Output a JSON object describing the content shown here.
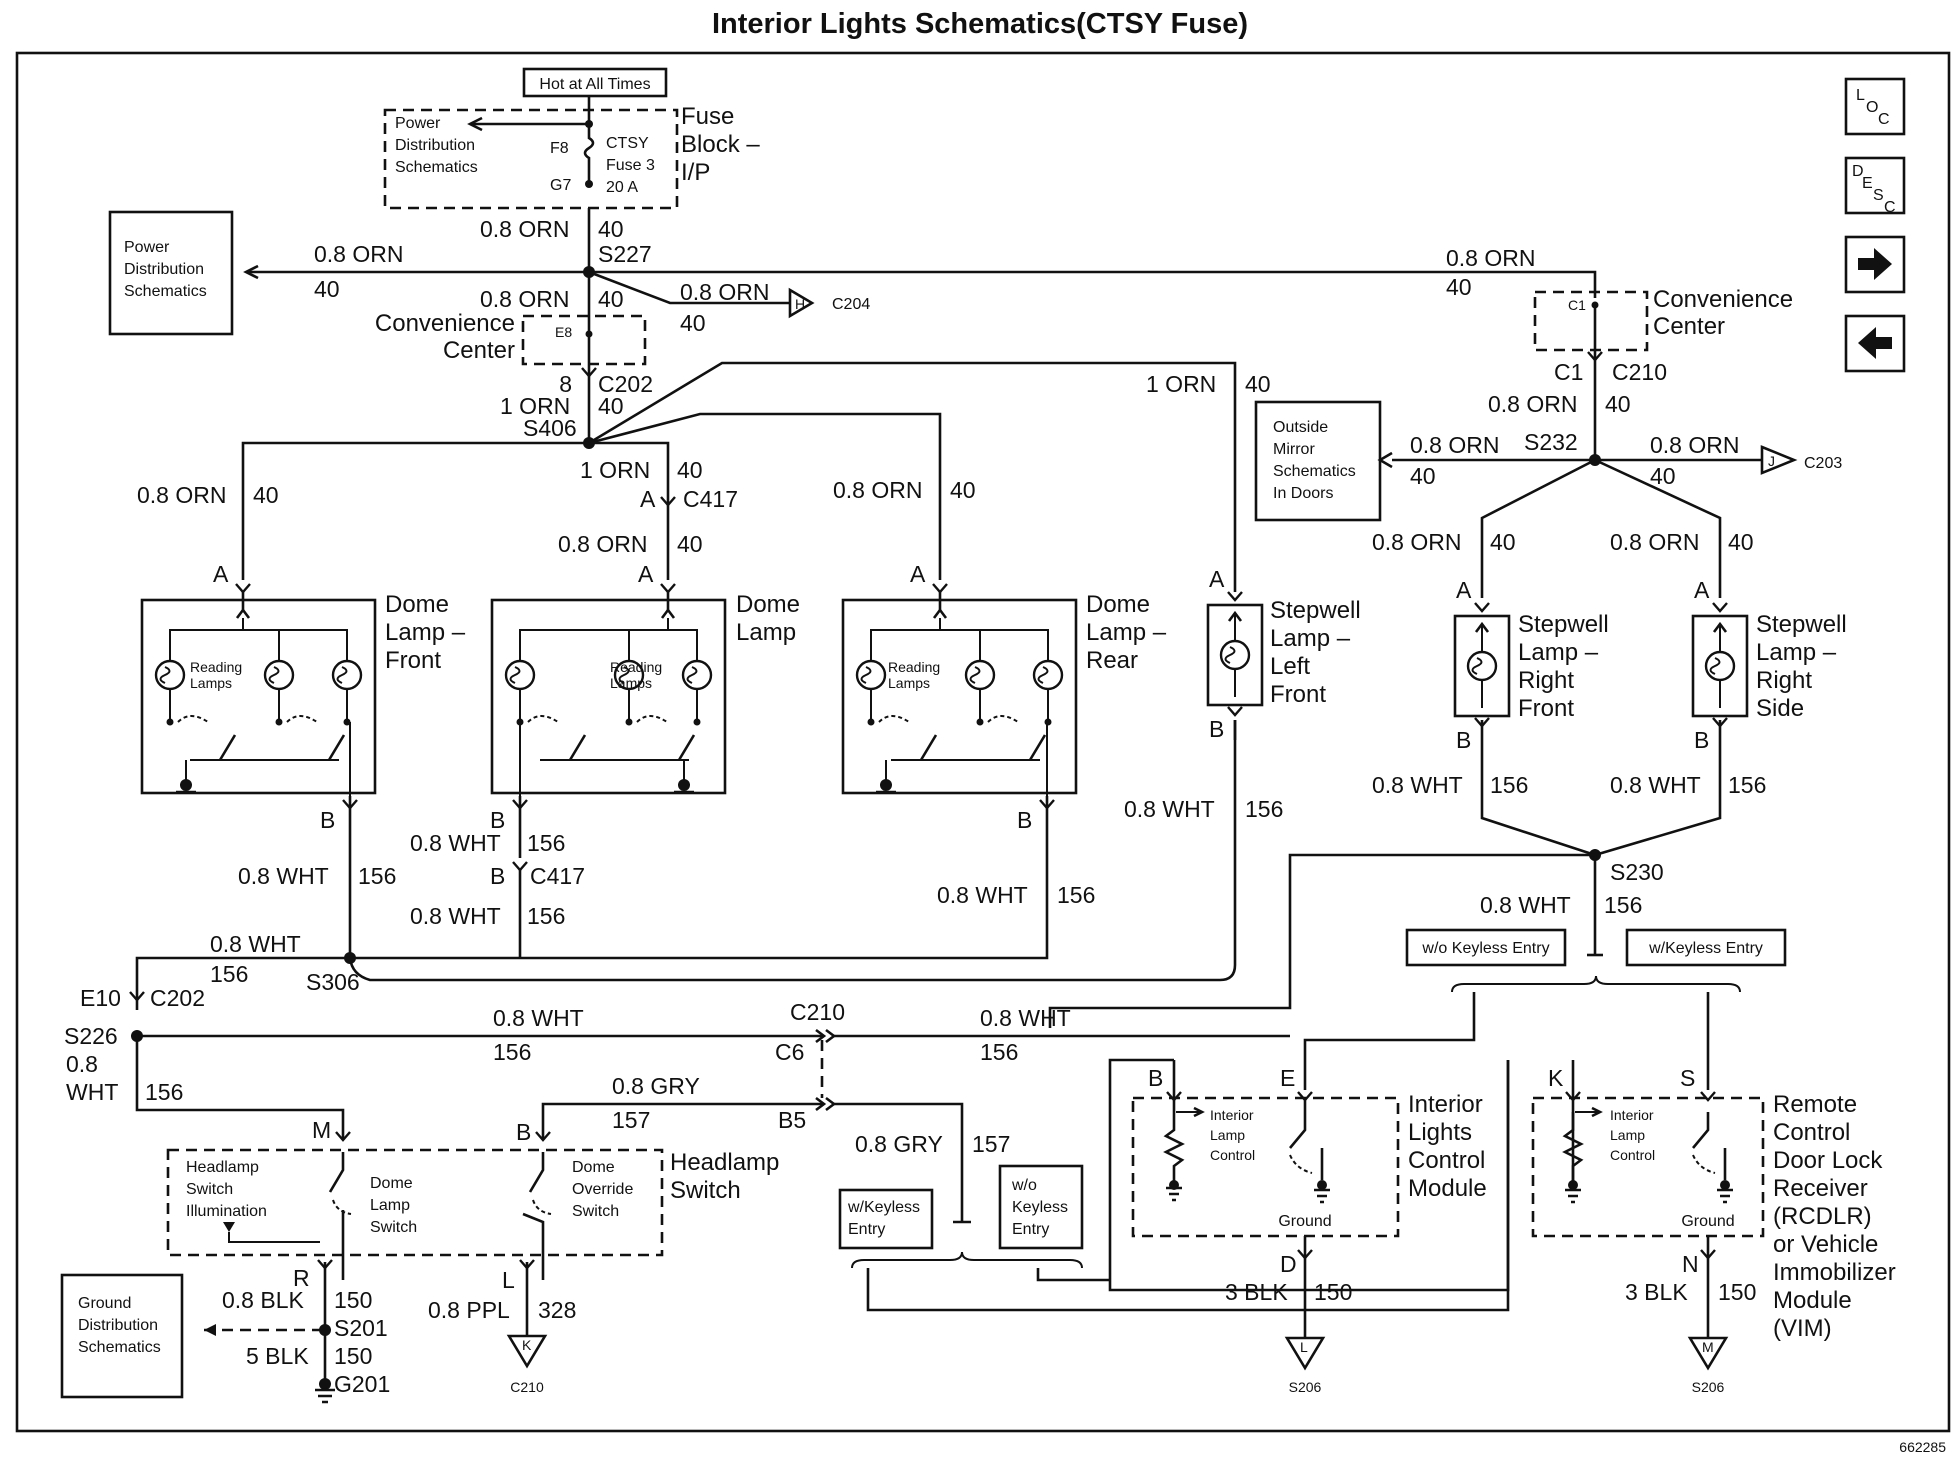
{
  "title": "Interior Lights Schematics(CTSY Fuse)",
  "figure_id": "662285",
  "nav": {
    "loc": "LOC",
    "desc": "DESC",
    "next": "right-arrow-icon",
    "prev": "left-arrow-icon"
  },
  "fuse": {
    "hot": "Hot at All Times",
    "power_dist": [
      "Power",
      "Distribution",
      "Schematics"
    ],
    "f8": "F8",
    "g7": "G7",
    "ctsy": [
      "CTSY",
      "Fuse 3",
      "20 A"
    ],
    "block": [
      "Fuse",
      "Block –",
      "I/P"
    ]
  },
  "power_box": [
    "Power",
    "Distribution",
    "Schematics"
  ],
  "mirror_box": [
    "Outside",
    "Mirror",
    "Schematics",
    "In Doors"
  ],
  "ground_box": [
    "Ground",
    "Distribution",
    "Schematics"
  ],
  "conv_center": [
    "Convenience",
    "Center"
  ],
  "wires": {
    "orn08": "0.8 ORN",
    "orn1": "1 ORN",
    "wht08": "0.8 WHT",
    "gry08": "0.8 GRY",
    "blk08": "0.8 BLK",
    "blk5": "5 BLK",
    "blk3": "3 BLK",
    "ppl08": "0.8 PPL",
    "c40": "40",
    "c156": "156",
    "c157": "157",
    "c150": "150",
    "c328": "328",
    "c8": "8",
    "wht_split": [
      "0.8",
      "WHT"
    ]
  },
  "nodes": {
    "s227": "S227",
    "s406": "S406",
    "s232": "S232",
    "s230": "S230",
    "s306": "S306",
    "s226": "S226",
    "s201": "S201",
    "g201": "G201",
    "s206": "S206",
    "c202": "C202",
    "c417": "C417",
    "c210": "C210",
    "c204": "C204",
    "c203": "C203",
    "e8": "E8",
    "e10": "E10",
    "c1": "C1",
    "c6": "C6",
    "b5": "B5",
    "h": "H",
    "j": "J",
    "k": "K",
    "l": "L",
    "m": "M",
    "r": "R",
    "a": "A",
    "b": "B",
    "d": "D",
    "e": "E",
    "n": "N",
    "s": "S",
    "kpin": "K"
  },
  "lamps": {
    "dome_front": [
      "Dome",
      "Lamp –",
      "Front"
    ],
    "dome": [
      "Dome",
      "Lamp"
    ],
    "dome_rear": [
      "Dome",
      "Lamp –",
      "Rear"
    ],
    "reading": [
      "Reading",
      "Lamps"
    ],
    "step_lf": [
      "Stepwell",
      "Lamp –",
      "Left",
      "Front"
    ],
    "step_rf": [
      "Stepwell",
      "Lamp –",
      "Right",
      "Front"
    ],
    "step_rs": [
      "Stepwell",
      "Lamp –",
      "Right",
      "Side"
    ]
  },
  "headlamp": {
    "illum": [
      "Headlamp",
      "Switch",
      "Illumination"
    ],
    "dome_sw": [
      "Dome",
      "Lamp",
      "Switch"
    ],
    "override": [
      "Dome",
      "Override",
      "Switch"
    ],
    "name": [
      "Headlamp",
      "Switch"
    ]
  },
  "options": {
    "wo": "w/o Keyless Entry",
    "w": "w/Keyless Entry",
    "wk": [
      "w/Keyless",
      "Entry"
    ],
    "wok": [
      "w/o",
      "Keyless",
      "Entry"
    ]
  },
  "ilcm": {
    "ctrl": [
      "Interior",
      "Lamp",
      "Control"
    ],
    "ground": "Ground",
    "name": [
      "Interior",
      "Lights",
      "Control",
      "Module"
    ]
  },
  "rcdlr": {
    "ctrl": [
      "Interior",
      "Lamp",
      "Control"
    ],
    "ground": "Ground",
    "name": [
      "Remote",
      "Control",
      "Door Lock",
      "Receiver",
      "(RCDLR)",
      "or Vehicle",
      "Immobilizer",
      "Module",
      "(VIM)"
    ]
  }
}
